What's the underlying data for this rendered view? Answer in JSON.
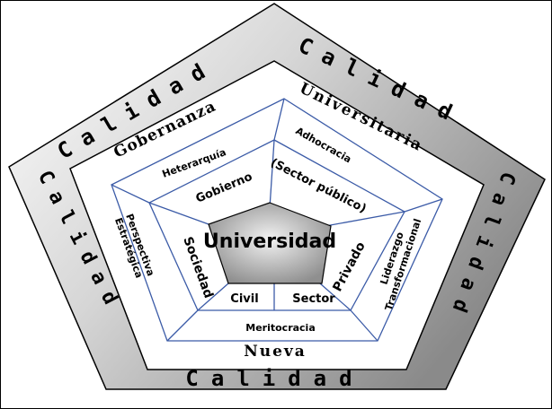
{
  "colors": {
    "outer_band_light": "#ffffff",
    "outer_band_dark": "#8a8a8a",
    "line_blue": "#3b5ba7",
    "center_light": "#f2f2f2",
    "center_dark": "#8f8f8f"
  },
  "outer_ring": {
    "top_left": "Calidad",
    "top_right": "Calidad",
    "left": "Calidad",
    "right": "Calidad",
    "bottom": "Calidad"
  },
  "ring2": {
    "gobernanza": "Gobernanza",
    "universitaria": "Universitaria",
    "nueva": "Nueva"
  },
  "ring3": {
    "heterarquia": "Heterarquía",
    "adhocracia": "Adhocracia",
    "perspectiva_line1": "Perspectiva",
    "perspectiva_line2": "Estratégica",
    "liderazgo_line1": "Liderazgo",
    "liderazgo_line2": "Transformacional",
    "meritocracia": "Meritocracia"
  },
  "ring4": {
    "gobierno": "Gobierno",
    "sector_publico": "(Sector público)",
    "sociedad": "Sociedad",
    "privado": "Privado",
    "civil": "Civil",
    "sector": "Sector"
  },
  "center": {
    "label": "Universidad"
  }
}
